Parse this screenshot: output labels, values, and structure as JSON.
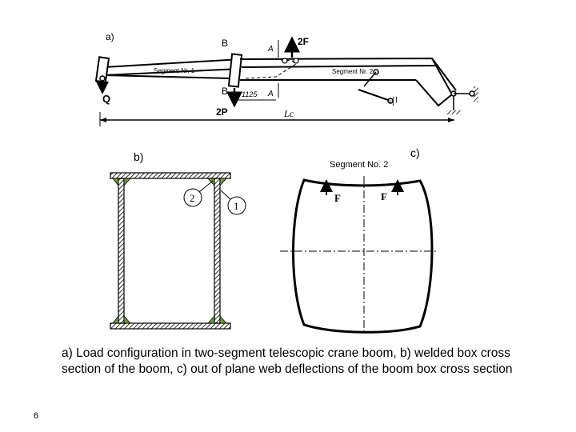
{
  "panel_a": {
    "label": "a)",
    "segment1": "Segment Nr. 1",
    "segment2": "Segment Nr. 2",
    "b_top": "B",
    "b_bottom": "B",
    "a_top": "A",
    "a_bottom": "A",
    "force_top": "2F",
    "force_bottom": "2P",
    "load": "Q",
    "dim_1125": "1125",
    "length": "Lc"
  },
  "panel_b": {
    "label": "b)",
    "part_2": "2",
    "part_1": "1"
  },
  "panel_c": {
    "label": "c)",
    "title": "Segment No. 2",
    "force_left": "F",
    "force_right": "F"
  },
  "caption": "a) Load configuration in two-segment telescopic crane boom, b) welded box cross section of the boom, c) out of plane web deflections of the boom box cross section",
  "page_number": "6"
}
